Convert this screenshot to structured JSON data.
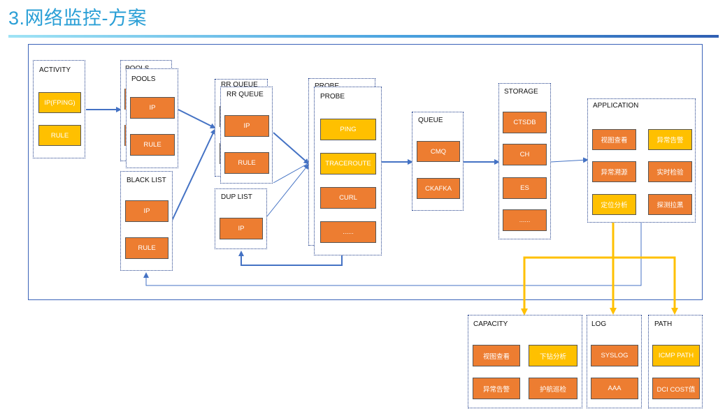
{
  "title": "3.网络监控-方案",
  "colors": {
    "accent": "#2a9fd6",
    "flow": "#4472c4",
    "yellow_flow": "#ffc000",
    "orange": "#ed7d31",
    "yellow": "#ffc000"
  },
  "activity": {
    "label": "ACTIVITY",
    "ip": "IP(FPING)",
    "rule": "RULE"
  },
  "pools": {
    "back_label": "POOLS",
    "label": "POOLS",
    "ip": "IP",
    "rule": "RULE"
  },
  "black_list": {
    "label": "BLACK LIST",
    "ip": "IP",
    "rule": "RULE"
  },
  "rr_queue": {
    "back_label": "RR QUEUE",
    "label": "RR QUEUE",
    "ip": "IP",
    "rule": "RULE"
  },
  "dup_list": {
    "label": "DUP LIST",
    "ip": "IP"
  },
  "probe": {
    "back_label": "PROBE",
    "label": "PROBE",
    "items": [
      "PING",
      "TRACEROUTE",
      "CURL",
      "......"
    ]
  },
  "queue": {
    "label": "QUEUE",
    "items": [
      "CMQ",
      "CKAFKA"
    ]
  },
  "storage": {
    "label": "STORAGE",
    "items": [
      "CTSDB",
      "CH",
      "ES",
      "......"
    ]
  },
  "application": {
    "label": "APPLICATION",
    "items": [
      "视图查看",
      "异常告警",
      "异常溯源",
      "实时检验",
      "定位分析",
      "探测拉黑"
    ]
  },
  "capacity": {
    "label": "CAPACITY",
    "items": [
      "视图查看",
      "下钻分析",
      "异常告警",
      "护航巡检"
    ]
  },
  "log": {
    "label": "LOG",
    "items": [
      "SYSLOG",
      "AAA"
    ]
  },
  "path": {
    "label": "PATH",
    "items": [
      "ICMP PATH",
      "DCI COST值"
    ]
  }
}
